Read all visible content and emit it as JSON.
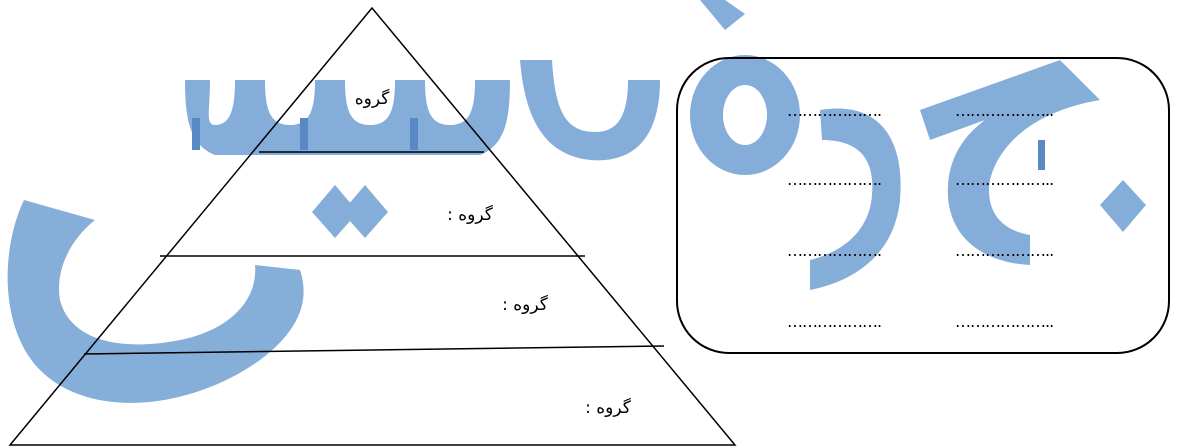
{
  "watermark": {
    "text": "جزوه سیبی",
    "color": "#7ba7d6",
    "accent_color": "#4a7fc1"
  },
  "pyramid": {
    "labels": [
      "گروه",
      "گروه :",
      "گروه :",
      "گروه :"
    ]
  },
  "box": {
    "rows": [
      [
        "……………….",
        "……………….."
      ],
      [
        "……………….",
        "……………….."
      ],
      [
        "……………….",
        "……………….."
      ],
      [
        "……………….",
        "……………….."
      ]
    ]
  }
}
